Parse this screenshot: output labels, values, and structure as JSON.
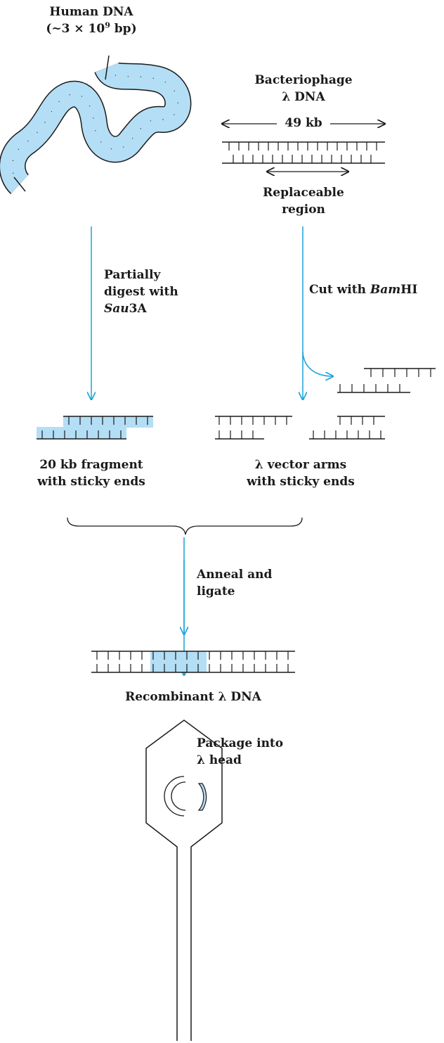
{
  "human_dna": {
    "title": "Human DNA",
    "size_prefix": "(~3 × 10",
    "size_exp": "9",
    "size_suffix": " bp)"
  },
  "lambda_dna": {
    "line1": "Bacteriophage",
    "line2": "λ DNA",
    "length": "49 kb",
    "replaceable_line1": "Replaceable",
    "replaceable_line2": "region"
  },
  "steps": {
    "digest_line1": "Partially",
    "digest_line2": "digest with",
    "digest_enzyme": "Sau",
    "digest_enzyme_suffix": "3A",
    "cut_prefix": "Cut with ",
    "cut_enzyme": "Bam",
    "cut_enzyme_suffix": "HI",
    "anneal_line1": "Anneal and",
    "anneal_line2": "ligate",
    "package_line1": "Package into",
    "package_line2": "λ head"
  },
  "products": {
    "fragment_line1": "20 kb fragment",
    "fragment_line2": "with sticky ends",
    "arms_line1": "λ vector arms",
    "arms_line2": "with sticky ends",
    "recombinant": "Recombinant λ DNA"
  },
  "colors": {
    "dna_fill": "#b3def5",
    "arrow": "#19a3dc",
    "ink": "#1a1a1a"
  }
}
